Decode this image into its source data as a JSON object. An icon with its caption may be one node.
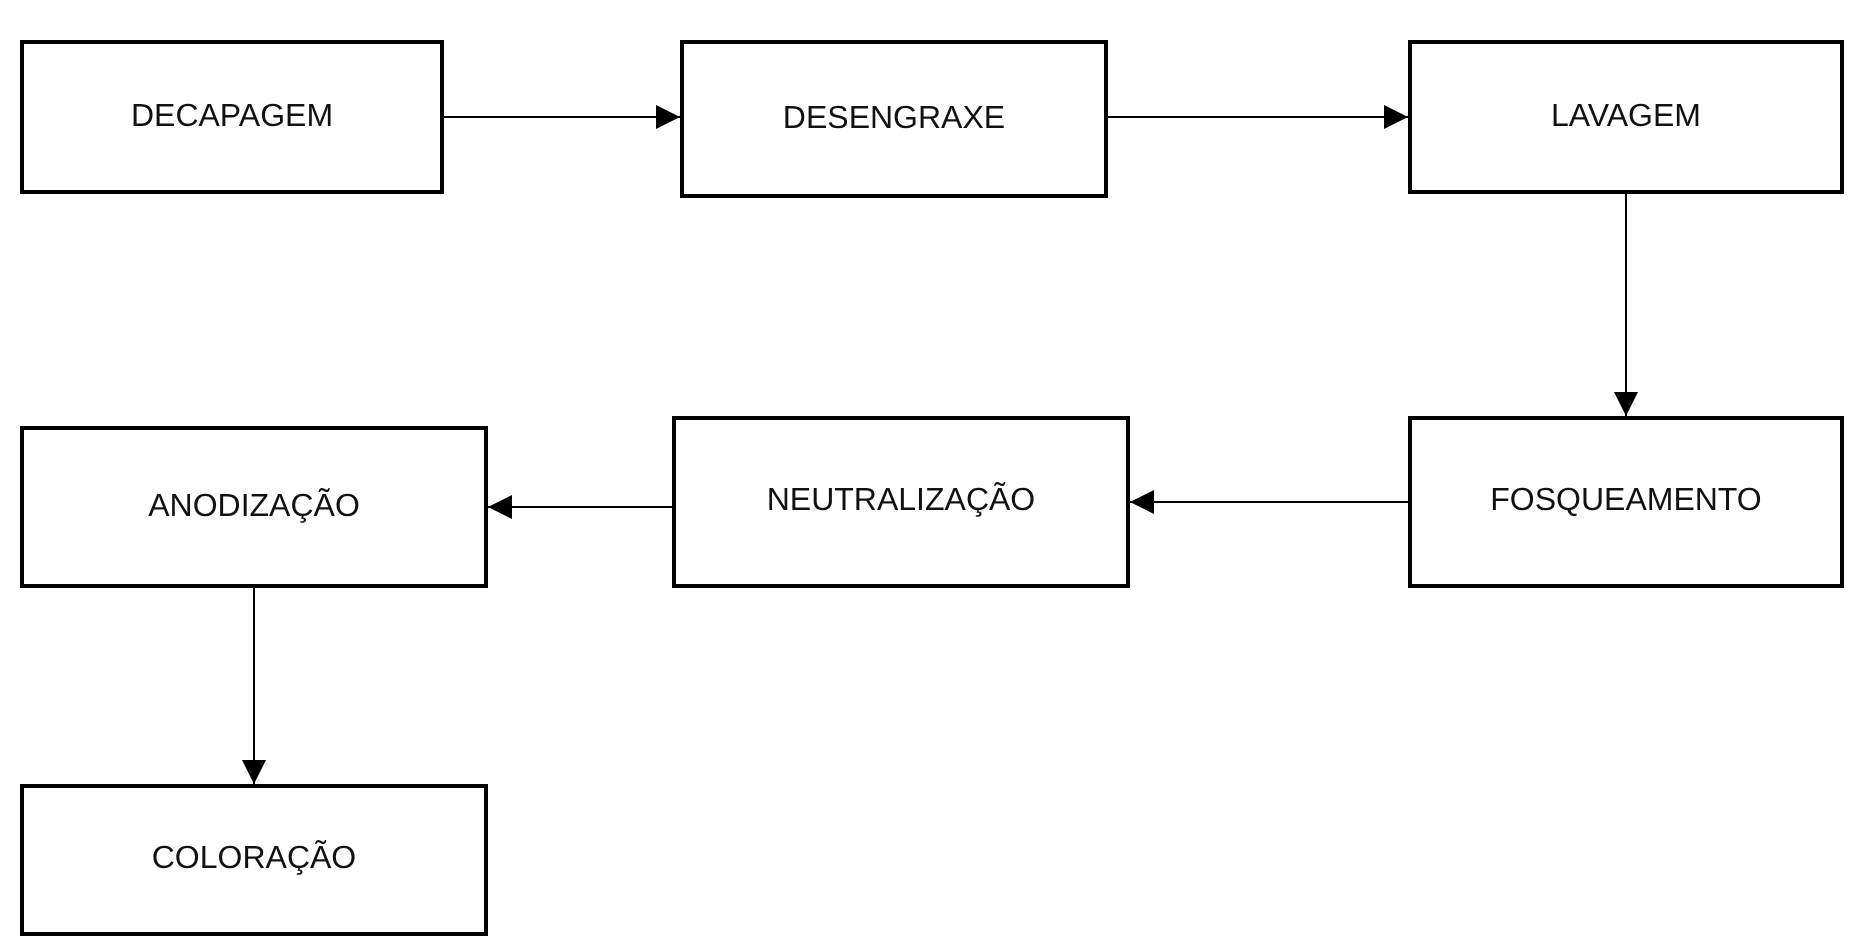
{
  "diagram": {
    "nodes": [
      {
        "text": [
          "DECAPAGEM"
        ]
      },
      {
        "text": [
          "DESENGRAXE"
        ]
      },
      {
        "text": [
          "LAVAGEM"
        ]
      },
      {
        "text": [
          "FOSQUEAMENTO"
        ]
      },
      {
        "text": [
          "NEUTRALIZAÇÃO"
        ]
      },
      {
        "text": [
          "ANODIZAÇÃO"
        ]
      },
      {
        "text": [
          "COLORAÇÃO"
        ]
      }
    ],
    "edges": [
      {
        "from": 0,
        "to": 1,
        "arrow": "to"
      },
      {
        "from": 1,
        "to": 2,
        "arrow": "to"
      },
      {
        "from": 2,
        "to": 3,
        "arrow": "to"
      },
      {
        "from": 3,
        "to": 4,
        "arrow": "to"
      },
      {
        "from": 4,
        "to": 5,
        "arrow": "to"
      },
      {
        "from": 5,
        "to": 6,
        "arrow": "to"
      }
    ]
  }
}
